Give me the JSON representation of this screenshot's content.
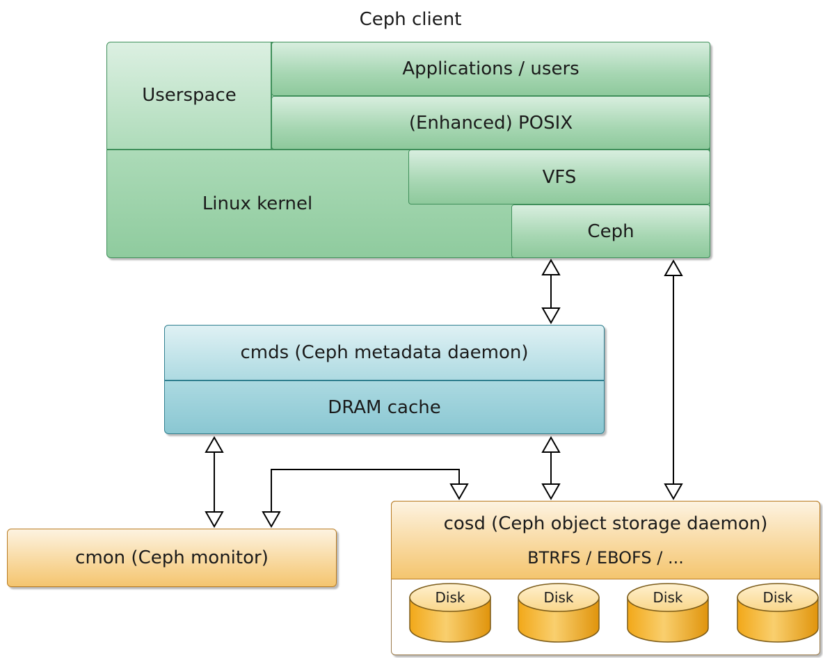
{
  "title": "Ceph client",
  "client": {
    "userspace": "Userspace",
    "applications": "Applications / users",
    "posix": "(Enhanced) POSIX",
    "kernel": "Linux kernel",
    "vfs": "VFS",
    "ceph": "Ceph"
  },
  "mds": {
    "name": "cmds (Ceph metadata daemon)",
    "cache": "DRAM cache"
  },
  "monitor": "cmon (Ceph monitor)",
  "osd": {
    "name": "cosd (Ceph object storage daemon)",
    "fs": "BTRFS / EBOFS / ...",
    "disks": [
      "Disk",
      "Disk",
      "Disk",
      "Disk"
    ]
  },
  "colors": {
    "client": "#a9d9b5",
    "mds": "#a9d8e0",
    "storage": "#f4c56f"
  }
}
